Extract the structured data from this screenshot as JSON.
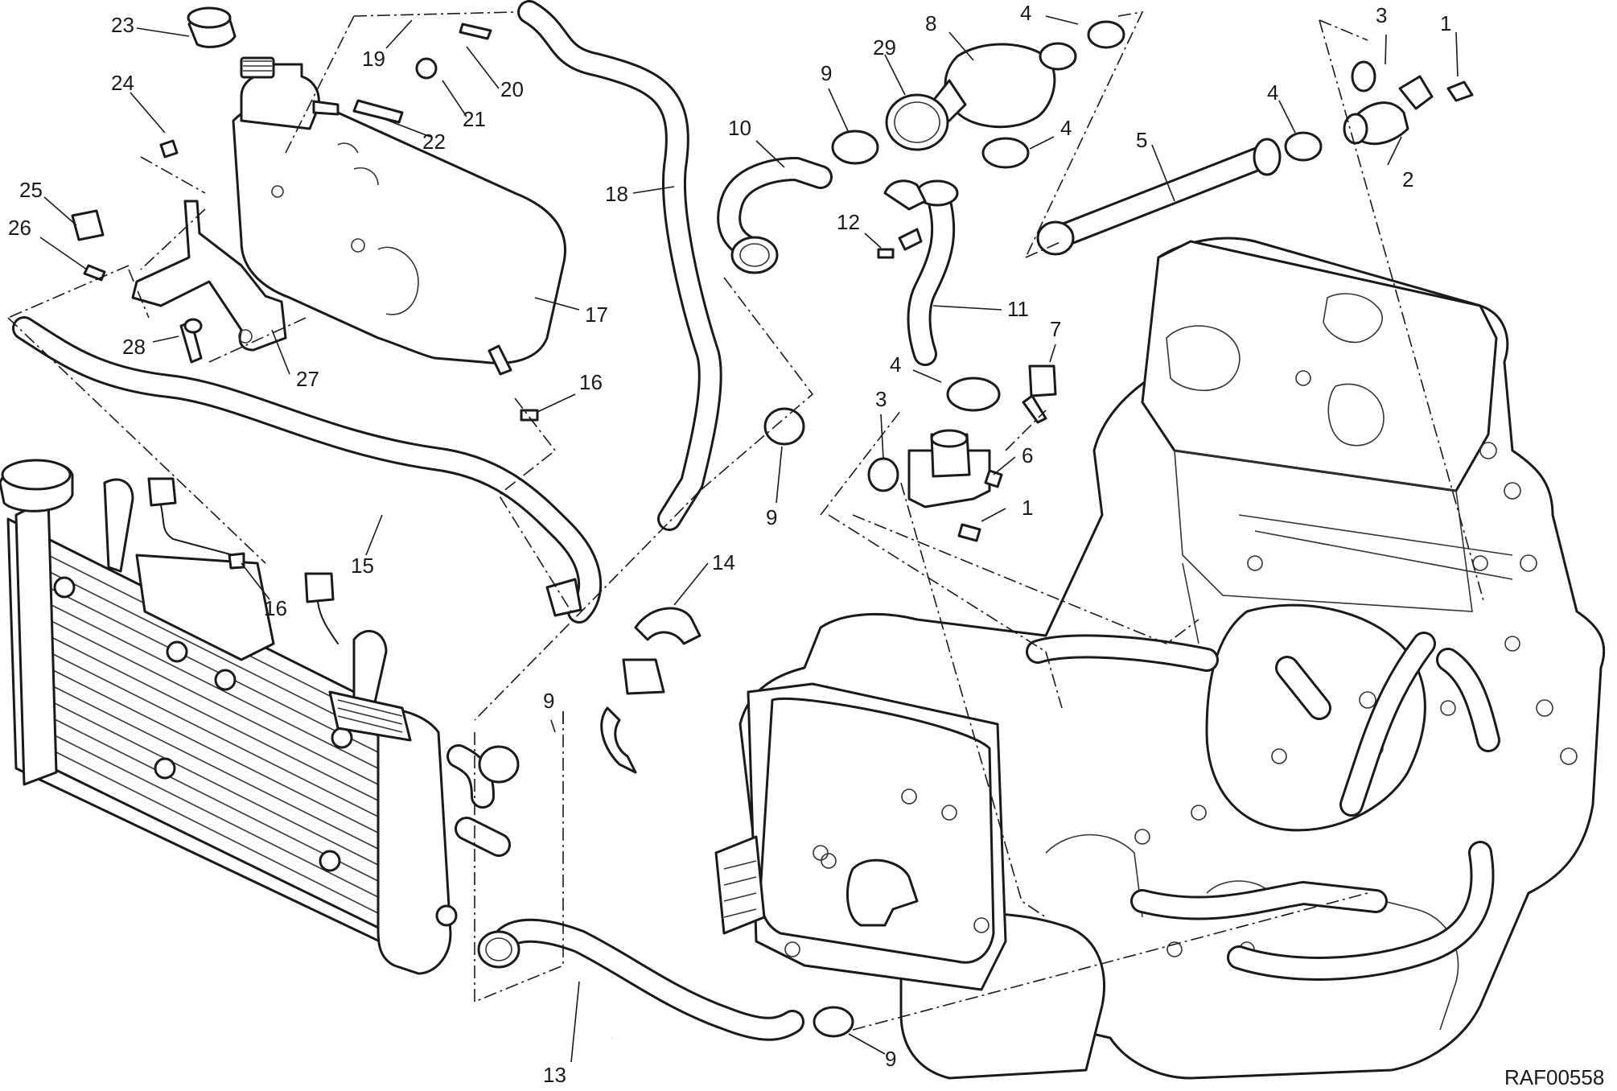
{
  "diagram": {
    "code": "RAF00558",
    "callouts": [
      {
        "label": "1"
      },
      {
        "label": "1"
      },
      {
        "label": "2"
      },
      {
        "label": "3"
      },
      {
        "label": "3"
      },
      {
        "label": "4"
      },
      {
        "label": "4"
      },
      {
        "label": "4"
      },
      {
        "label": "4"
      },
      {
        "label": "5"
      },
      {
        "label": "6"
      },
      {
        "label": "7"
      },
      {
        "label": "8"
      },
      {
        "label": "9"
      },
      {
        "label": "9"
      },
      {
        "label": "9"
      },
      {
        "label": "9"
      },
      {
        "label": "10"
      },
      {
        "label": "11"
      },
      {
        "label": "12"
      },
      {
        "label": "13"
      },
      {
        "label": "14"
      },
      {
        "label": "15"
      },
      {
        "label": "16"
      },
      {
        "label": "16"
      },
      {
        "label": "17"
      },
      {
        "label": "18"
      },
      {
        "label": "19"
      },
      {
        "label": "20"
      },
      {
        "label": "21"
      },
      {
        "label": "22"
      },
      {
        "label": "23"
      },
      {
        "label": "24"
      },
      {
        "label": "25"
      },
      {
        "label": "26"
      },
      {
        "label": "27"
      },
      {
        "label": "28"
      },
      {
        "label": "29"
      }
    ]
  }
}
